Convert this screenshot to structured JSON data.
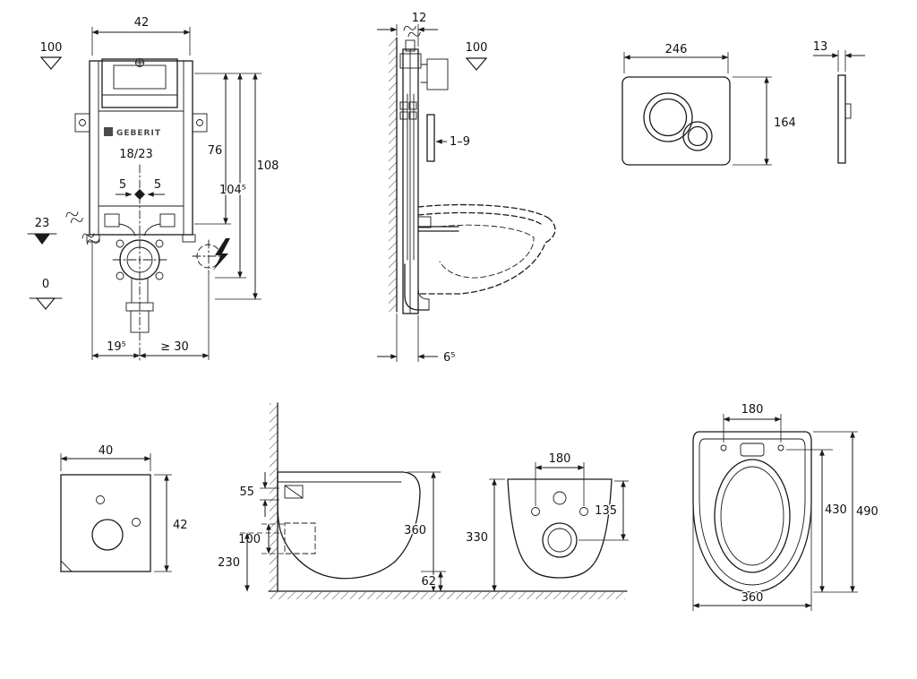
{
  "colors": {
    "line": "#1a1a1a",
    "gray_part": "#8f8f8f"
  },
  "brand": {
    "logo_text": "GEBERIT"
  },
  "views": {
    "cistern_front": {
      "dims": {
        "width": "42",
        "level_top": "100",
        "h76": "76",
        "h104_5": "104⁵",
        "h108": "108",
        "inlet": "18/23",
        "offset_left": "5",
        "offset_right": "5",
        "level_23": "23",
        "level_0": "0",
        "off_19_5": "19⁵",
        "off_min30": "≥ 30"
      }
    },
    "cistern_side": {
      "dims": {
        "depth": "12",
        "level_top": "100",
        "range_1_9": "1–9",
        "off_6_5": "6⁵"
      }
    },
    "actuator_front": {
      "dims": {
        "width": "246",
        "height": "164"
      }
    },
    "actuator_side": {
      "dims": {
        "depth": "13"
      }
    },
    "insulation_mat": {
      "dims": {
        "width": "40",
        "height": "42"
      }
    },
    "wc_side": {
      "dims": {
        "d55": "55",
        "d100": "100",
        "d230": "230",
        "d360": "360",
        "d62": "62"
      }
    },
    "wc_front": {
      "dims": {
        "d180": "180",
        "d135": "135",
        "d330": "330"
      }
    },
    "wc_top": {
      "dims": {
        "d180": "180",
        "d430": "430",
        "d490": "490",
        "d360": "360"
      }
    }
  }
}
